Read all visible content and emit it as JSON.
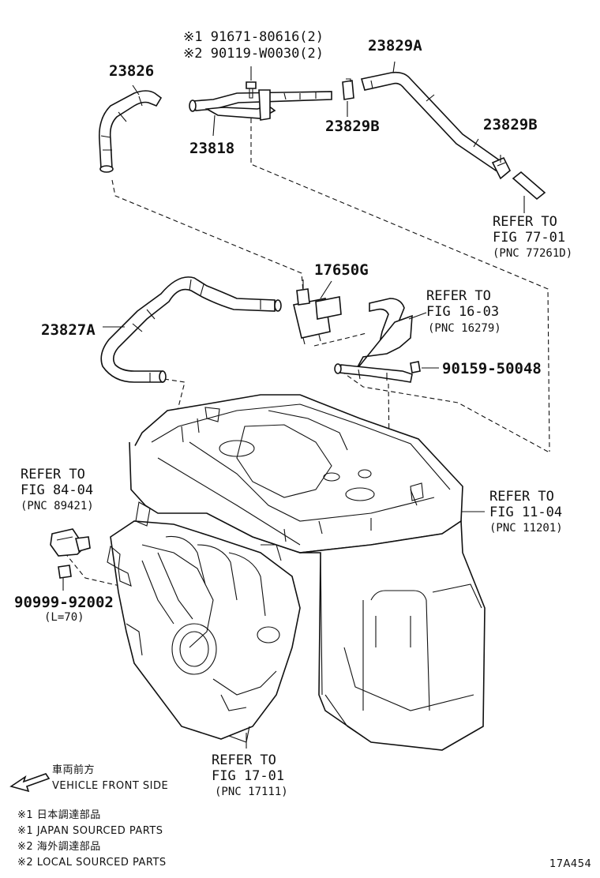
{
  "labels": {
    "ann1": "※1 91671-80616(2)",
    "ann2": "※2 90119-W0030(2)",
    "p23826": "23826",
    "p23818": "23818",
    "p23829A": "23829A",
    "p23829B_1": "23829B",
    "p23829B_2": "23829B",
    "refer77_1": "REFER TO",
    "refer77_2": "FIG 77-01",
    "refer77_3": "(PNC 77261D)",
    "p17650G": "17650G",
    "refer16_1": "REFER TO",
    "refer16_2": "FIG 16-03",
    "refer16_3": "(PNC 16279)",
    "p23827A": "23827A",
    "p90159": "90159-50048",
    "refer84_1": "REFER TO",
    "refer84_2": "FIG 84-04",
    "refer84_3": "(PNC 89421)",
    "refer11_1": "REFER TO",
    "refer11_2": "FIG 11-04",
    "refer11_3": "(PNC 11201)",
    "p90999": "90999-92002",
    "p90999_len": "(L=70)",
    "refer17_1": "REFER TO",
    "refer17_2": "FIG 17-01",
    "refer17_3": "(PNC 17111)"
  },
  "front": {
    "jp": "車両前方",
    "en": "VEHICLE FRONT SIDE"
  },
  "notes": [
    "※1 日本調達部品",
    "※1 JAPAN SOURCED PARTS",
    "※2 海外調達部品",
    "※2 LOCAL SOURCED PARTS"
  ],
  "figure_code": "17A454"
}
